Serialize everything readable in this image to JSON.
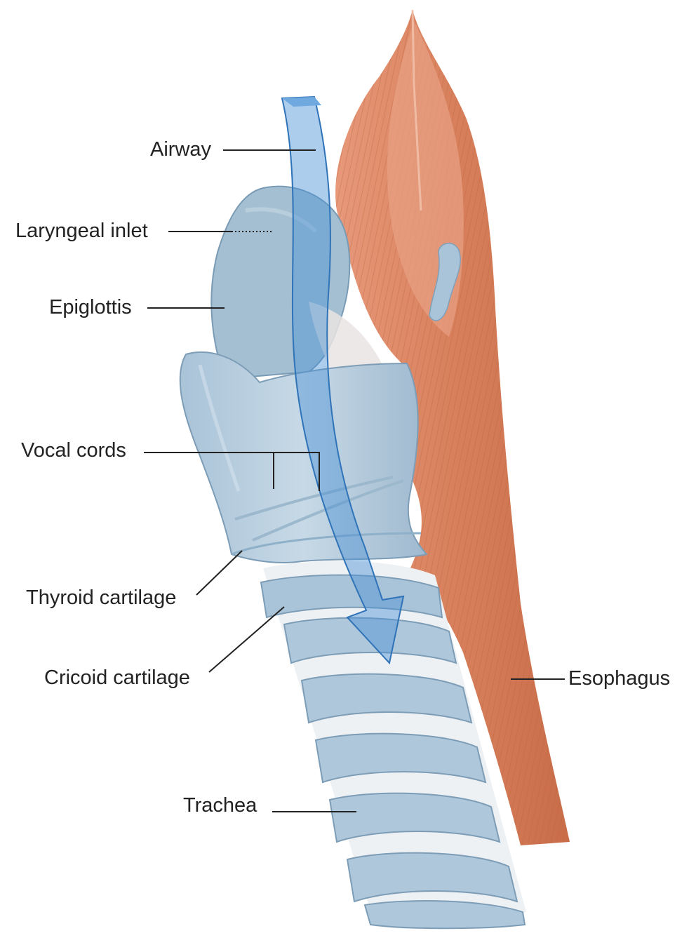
{
  "labels": {
    "airway": "Airway",
    "laryngeal_inlet": "Laryngeal inlet",
    "epiglottis": "Epiglottis",
    "vocal_cords": "Vocal cords",
    "thyroid_cartilage": "Thyroid cartilage",
    "cricoid_cartilage": "Cricoid cartilage",
    "esophagus": "Esophagus",
    "trachea": "Trachea"
  },
  "colors": {
    "muscle": "#e3906b",
    "muscle_dark": "#c9704c",
    "cartilage": "#b9cfdf",
    "cartilage_dark": "#8fb0c9",
    "airway": "#4a90d4",
    "ligament": "#eef1f4",
    "leader_line": "#222222"
  }
}
